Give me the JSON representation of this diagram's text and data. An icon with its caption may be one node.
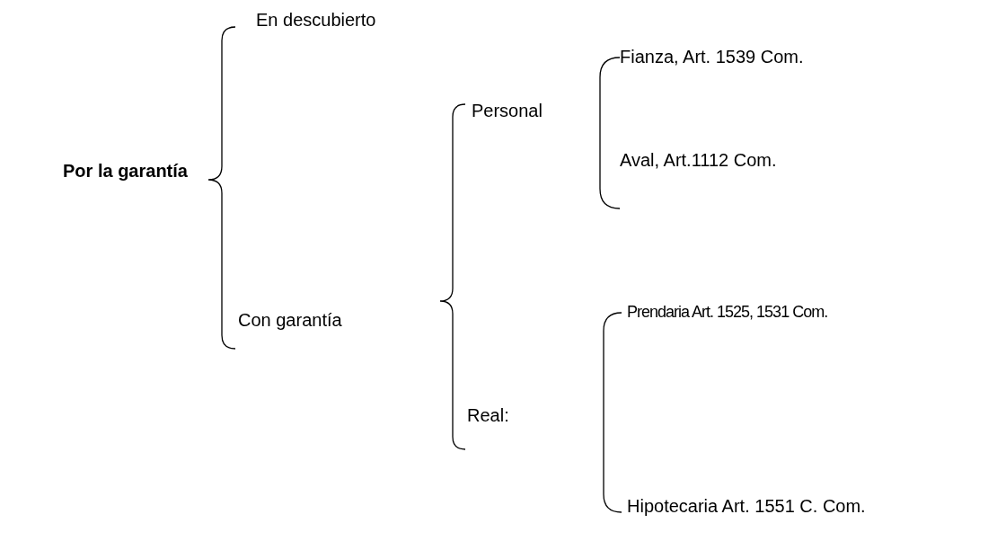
{
  "diagram": {
    "labels": [
      "Por la garantía",
      "En descubierto",
      "Con garantía",
      "Personal",
      "Fianza, Art. 1539 Com.",
      "Aval, Art.1112 Com.",
      "Real:",
      "Prendaria Art. 1525, 1531 Com.",
      "Hipotecaria Art. 1551 C. Com."
    ]
  }
}
